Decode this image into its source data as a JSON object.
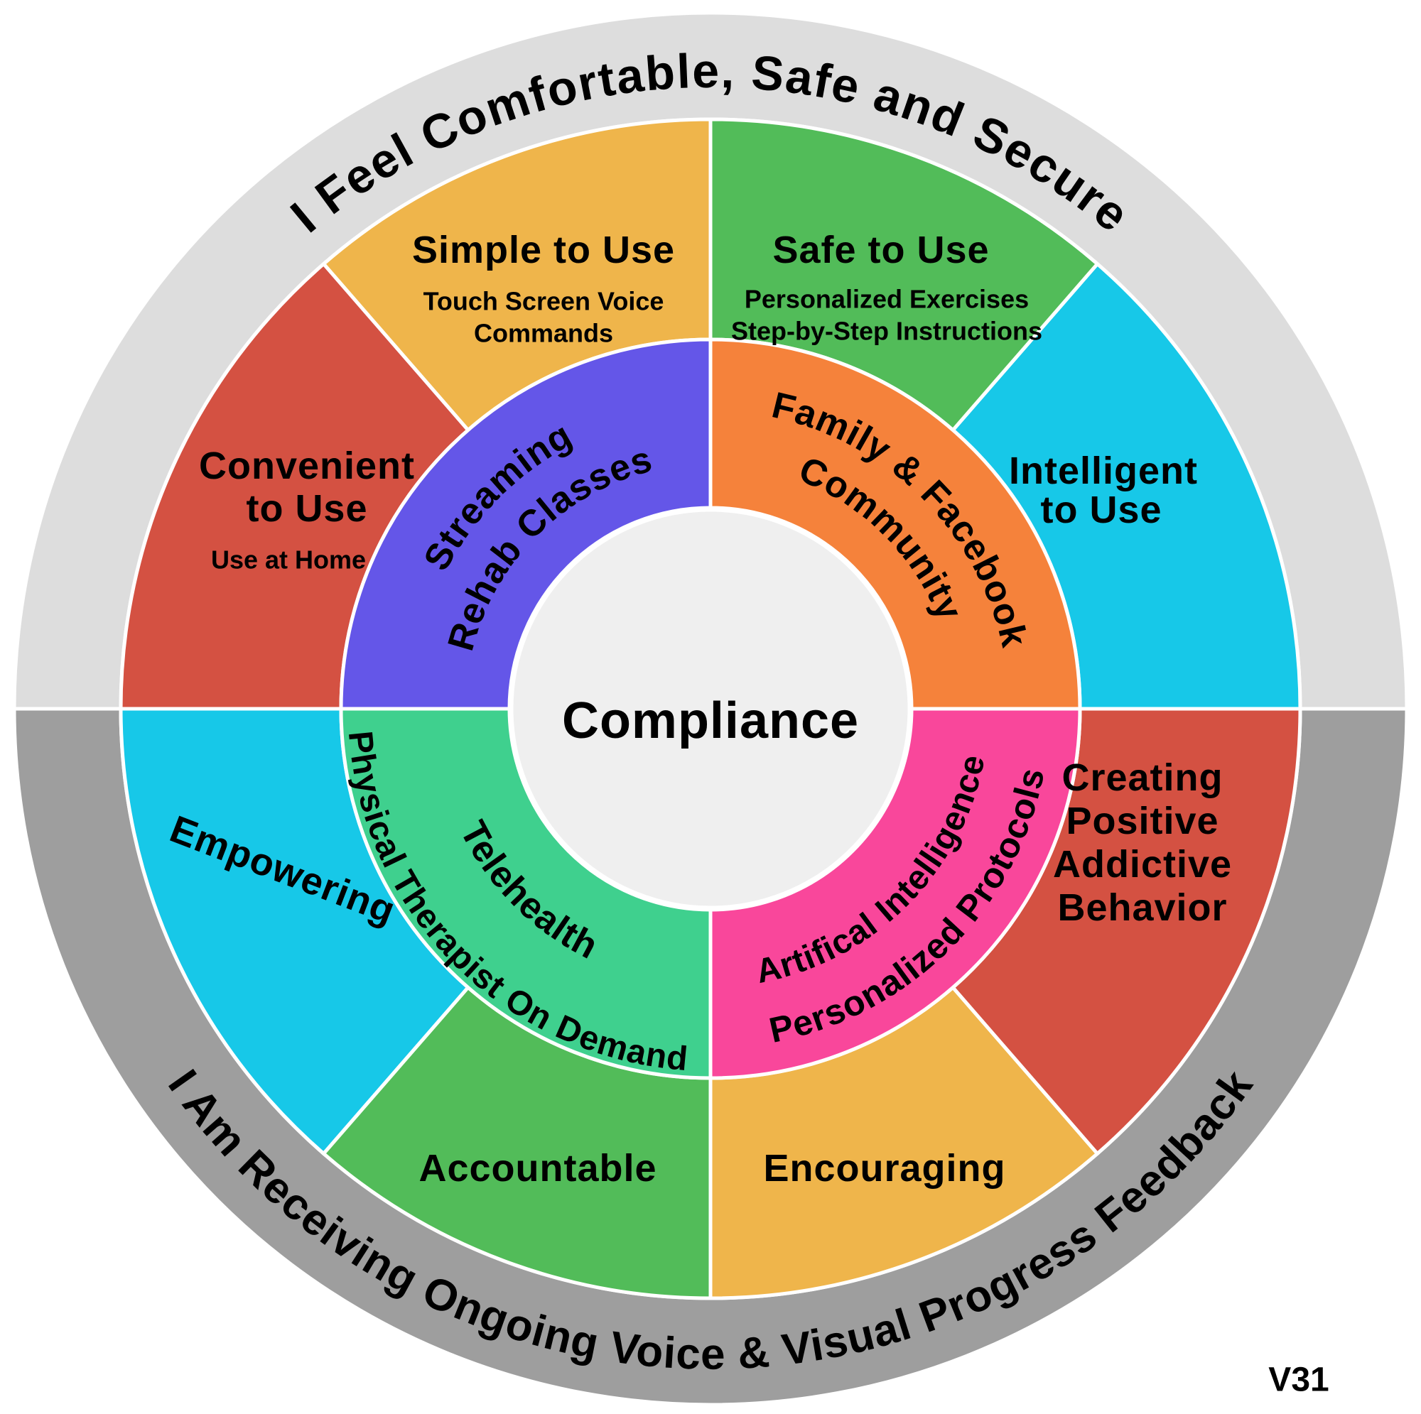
{
  "diagram": {
    "title": "Compliance",
    "version_label": "V31",
    "colors": {
      "outer_top_gray": "#DDDDDD",
      "outer_bottom_gray": "#9E9E9E",
      "center_circle": "#EFEFEF",
      "gold": "#EFB54B",
      "green": "#52BC59",
      "cyan": "#17C8E8",
      "red": "#D45142",
      "purple": "#6456E8",
      "orange": "#F5823B",
      "teal": "#3FD08E",
      "pink": "#F9479B"
    },
    "outer_ring": {
      "top_text": "I Feel Comfortable, Safe and Secure",
      "bottom_text": "I Am Receiving Ongoing Voice & Visual Progress Feedback"
    },
    "middle_ring": {
      "simple": {
        "title": "Simple to Use",
        "subtitle1": "Touch Screen Voice",
        "subtitle2": "Commands"
      },
      "safe": {
        "title": "Safe to Use",
        "subtitle1": "Personalized Exercises",
        "subtitle2": "Step-by-Step Instructions"
      },
      "intelligent": {
        "title1": "Intelligent",
        "title2": "to Use"
      },
      "convenient": {
        "title1": "Convenient",
        "title2": "to Use",
        "subtitle": "Use at Home"
      },
      "empowering": {
        "title": "Empowering"
      },
      "accountable": {
        "title": "Accountable"
      },
      "encouraging": {
        "title": "Encouraging"
      },
      "creating": {
        "title1": "Creating",
        "title2": "Positive",
        "title3": "Addictive",
        "title4": "Behavior"
      }
    },
    "inner_ring": {
      "streaming": {
        "line1": "Streaming",
        "line2": "Rehab Classes"
      },
      "family": {
        "line1": "Family & Facebook",
        "line2": "Community"
      },
      "ai": {
        "line1": "Artifical Intelligence",
        "line2": "Personalized Protocols"
      },
      "telehealth": {
        "line1": "Telehealth",
        "line2": "Physical Therapist On Demand"
      }
    }
  }
}
